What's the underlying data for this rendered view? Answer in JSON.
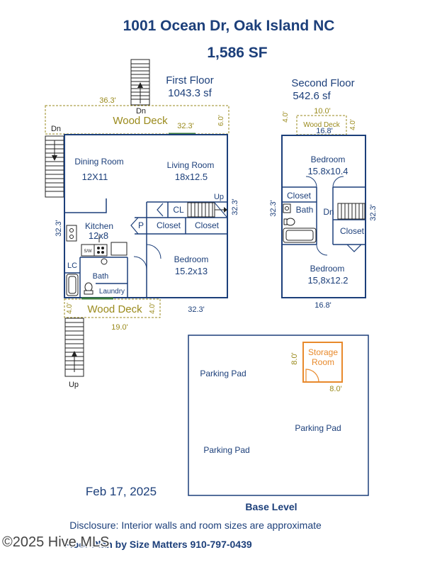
{
  "header": {
    "address": "1001 Ocean Dr, Oak Island NC",
    "total_sf": "1,586 SF"
  },
  "first_floor": {
    "title": "First Floor",
    "sf": "1043.3 sf",
    "dim_top": "36.3'",
    "deck_top": "Wood Deck",
    "deck_top_width": "32.3'",
    "deck_top_depth": "6.0'",
    "dim_left": "32.3'",
    "dim_right": "32.3'",
    "dim_bottom": "32.3'",
    "deck_bottom": "Wood Deck",
    "deck_bottom_width": "19.0'",
    "deck_bottom_depth_left": "4.0'",
    "deck_bottom_depth_right": "4.0'",
    "stair_top_label": "Dn",
    "stair_left_label": "Dn",
    "stair_bottom_label": "Up",
    "stair_interior_label": "Up",
    "rooms": {
      "dining_name": "Dining Room",
      "dining_size": "12X11",
      "living_name": "Living Room",
      "living_size": "18x12.5",
      "kitchen_name": "Kitchen",
      "kitchen_size": "12x8",
      "bedroom_name": "Bedroom",
      "bedroom_size": "15.2x13",
      "cl": "CL",
      "p": "P",
      "closet1": "Closet",
      "closet2": "Closet",
      "lc": "LC",
      "bath": "Bath",
      "laundry": "Laundry",
      "sw": "S/W"
    }
  },
  "second_floor": {
    "title": "Second Floor",
    "sf": "542.6 sf",
    "deck": "Wood Deck",
    "deck_width": "10.0'",
    "deck_depth_left": "4.0'",
    "deck_depth_right": "4.0'",
    "dim_top": "16.8'",
    "dim_bottom": "16.8'",
    "dim_left": "32.3'",
    "dim_right": "32.3'",
    "bedroom1_name": "Bedroom",
    "bedroom1_size": "15.8x10.4",
    "closet_a": "Closet",
    "bath": "Bath",
    "dn": "Dn",
    "closet_b": "Closet",
    "bedroom2_name": "Bedroom",
    "bedroom2_size": "15,8x12.2"
  },
  "base_level": {
    "title": "Base Level",
    "parking1": "Parking Pad",
    "parking2": "Parking Pad",
    "parking3": "Parking Pad",
    "storage_line1": "Storage",
    "storage_line2": "Room",
    "storage_dim_side": "8.0'",
    "storage_dim_bottom": "8.0'"
  },
  "footer": {
    "date": "Feb 17, 2025",
    "disclosure": "Disclosure: Interior walls and room sizes are approximate",
    "credit": "Floor Plan by Size Matters 910-797-0439",
    "watermark": "©2025 Hive MLS"
  },
  "colors": {
    "navy": "#1c3f7a",
    "olive": "#9a8a1c",
    "orange": "#e8892b",
    "wall": "#1c3f7a"
  }
}
